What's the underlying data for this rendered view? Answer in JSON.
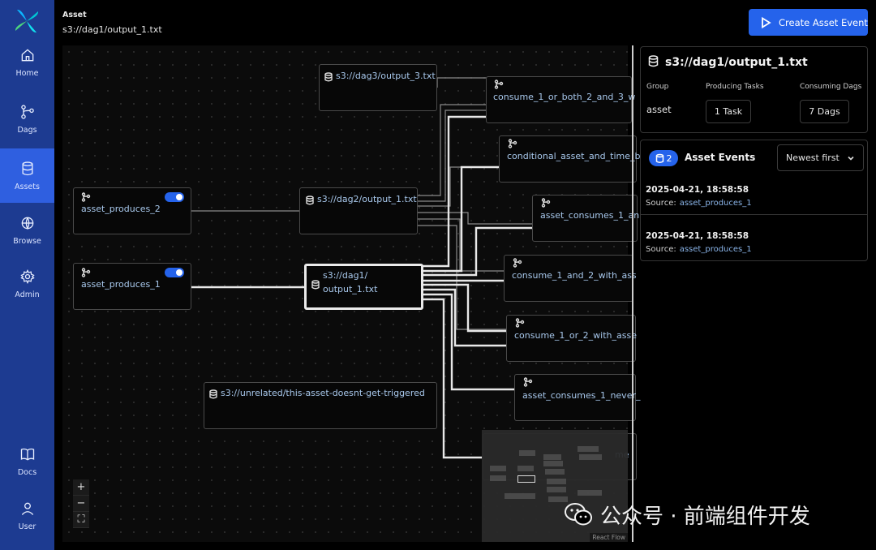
{
  "sidebar": {
    "items": [
      {
        "label": "Home",
        "icon": "home-icon"
      },
      {
        "label": "Dags",
        "icon": "dags-icon"
      },
      {
        "label": "Assets",
        "icon": "database-icon",
        "active": true
      },
      {
        "label": "Browse",
        "icon": "globe-icon"
      },
      {
        "label": "Admin",
        "icon": "gear-icon"
      }
    ],
    "bottom": [
      {
        "label": "Docs",
        "icon": "book-icon"
      },
      {
        "label": "User",
        "icon": "user-icon"
      }
    ]
  },
  "header": {
    "kind": "Asset",
    "name": "s3://dag1/output_1.txt",
    "create_button": "Create Asset Event"
  },
  "graph": {
    "nodes": {
      "dag3_output": "s3://dag3/output_3.txt",
      "consume_1_or_both": "consume_1_or_both_2_and_3_w",
      "conditional": "conditional_asset_and_time_b",
      "asset_produces_2": "asset_produces_2",
      "dag2_output": "s3://dag2/output_1.txt",
      "asset_consumes_1_and": "asset_consumes_1_an",
      "asset_produces_1": "asset_produces_1",
      "dag1_line1": "s3://dag1/",
      "dag1_line2": "output_1.txt",
      "consume_1_and_2": "consume_1_and_2_with_ass",
      "consume_1_or_2": "consume_1_or_2_with_asse",
      "unrelated": "s3://unrelated/this-asset-doesnt-get-triggered",
      "consumes_never": "asset_consumes_1_never_",
      "partial_me": "me"
    },
    "zoom": {
      "in": "+",
      "out": "−",
      "fit": "⛶"
    },
    "attribution": "React Flow"
  },
  "detail": {
    "title": "s3://dag1/output_1.txt",
    "group_label": "Group",
    "group_value": "asset",
    "producing_label": "Producing Tasks",
    "producing_value": "1 Task",
    "consuming_label": "Consuming Dags",
    "consuming_value": "7 Dags"
  },
  "events": {
    "count": "2",
    "title": "Asset Events",
    "sort": "Newest first",
    "source_label": "Source:",
    "items": [
      {
        "time": "2025-04-21, 18:58:58",
        "source": "asset_produces_1"
      },
      {
        "time": "2025-04-21, 18:58:58",
        "source": "asset_produces_1"
      }
    ]
  },
  "watermark": {
    "text": "公众号 · 前端组件开发"
  },
  "colors": {
    "sidebar": "#1d3b91",
    "active": "#2f5fe0",
    "accent": "#2563eb",
    "node_text": "#a8c8ec"
  }
}
